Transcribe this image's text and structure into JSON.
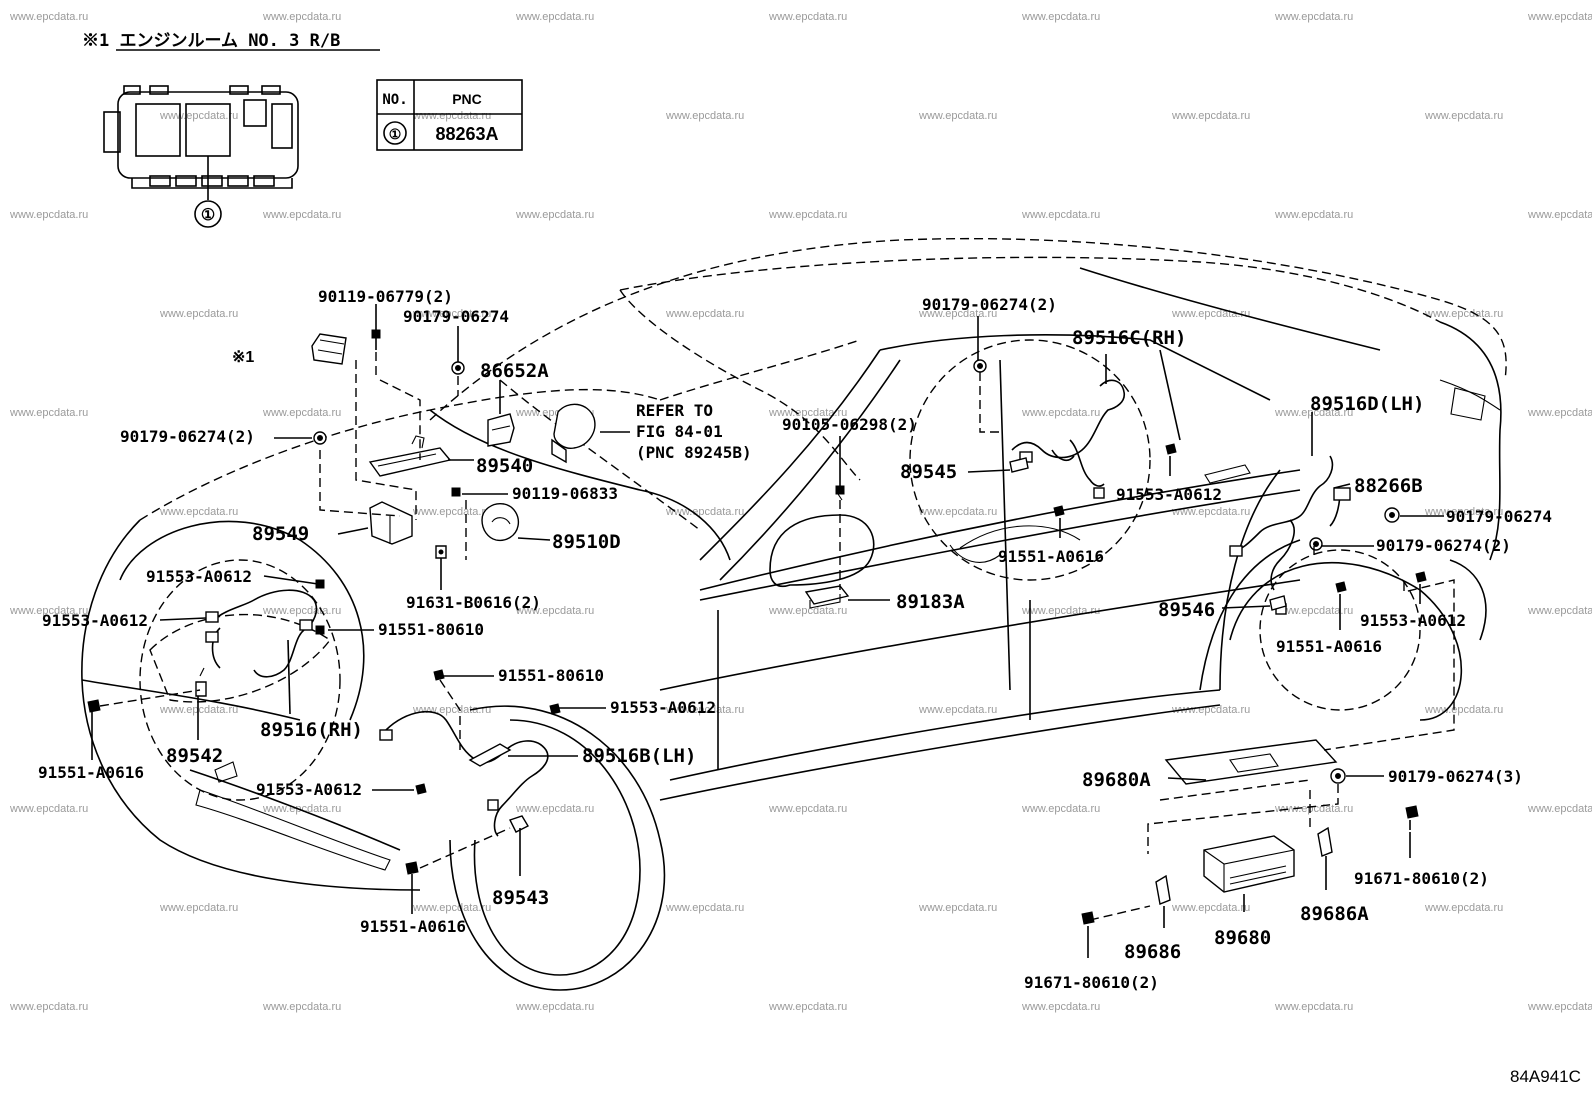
{
  "header_note": "※1 エンジンルーム NO. 3 R/B",
  "pnc_table": {
    "col_no": "NO.",
    "col_pnc": "PNC",
    "row_no": "①",
    "row_pnc": "88263A"
  },
  "ref_marker": "※1",
  "callout_1": "①",
  "refer_note": {
    "line1": "REFER TO",
    "line2": "FIG 84-01",
    "line3": "(PNC 89245B)"
  },
  "labels": {
    "p90119_06779": "90119-06779(2)",
    "p90179_06274_a": "90179-06274",
    "p86652A": "86652A",
    "p90179_06274_2a": "90179-06274(2)",
    "p89540": "89540",
    "p90119_06833": "90119-06833",
    "p89549": "89549",
    "p89510D": "89510D",
    "p91631_B0616": "91631-B0616(2)",
    "p91553_A0612_a": "91553-A0612",
    "p91553_A0612_b": "91553-A0612",
    "p91551_80610_a": "91551-80610",
    "p91551_80610_b": "91551-80610",
    "p91553_A0612_c": "91553-A0612",
    "p89516RH": "89516(RH)",
    "p89542": "89542",
    "p91551_A0616_a": "91551-A0616",
    "p89516B": "89516B(LH)",
    "p91553_A0612_d": "91553-A0612",
    "p89543": "89543",
    "p91551_A0616_b": "91551-A0616",
    "p90105_06298": "90105-06298(2)",
    "p89183A": "89183A",
    "p90179_06274_2b": "90179-06274(2)",
    "p89516C": "89516C(RH)",
    "p89545": "89545",
    "p91553_A0612_e": "91553-A0612",
    "p91551_A0616_c": "91551-A0616",
    "p89516D": "89516D(LH)",
    "p88266B": "88266B",
    "p90179_06274_b": "90179-06274",
    "p90179_06274_2c": "90179-06274(2)",
    "p89546": "89546",
    "p91553_A0612_f": "91553-A0612",
    "p91551_A0616_d": "91551-A0616",
    "p89680A": "89680A",
    "p90179_06274_3": "90179-06274(3)",
    "p91671_80610_a": "91671-80610(2)",
    "p89686A": "89686A",
    "p89686": "89686",
    "p89680": "89680",
    "p91671_80610_b": "91671-80610(2)"
  },
  "watermark": "www.epcdata.ru",
  "figure_code": "84A941C"
}
